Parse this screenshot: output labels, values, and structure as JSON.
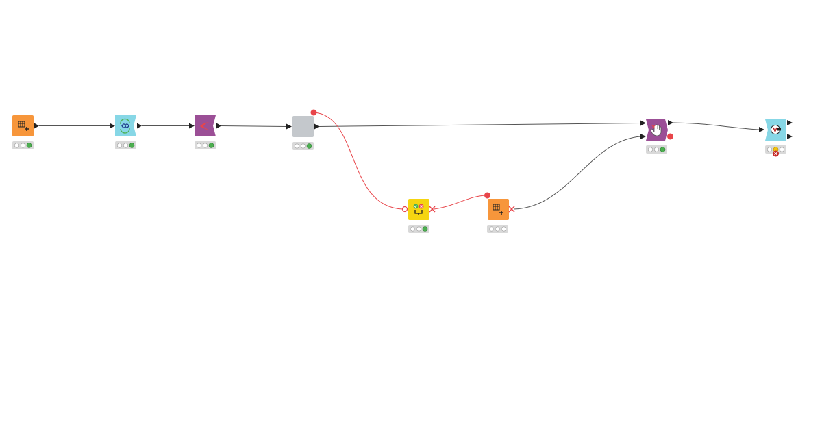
{
  "colors": {
    "canvas_background": "#ffffff",
    "connection": "#555555",
    "flow_variable_connection": "#e8454a",
    "flow_variable_port": "#e8454a",
    "port_triangle": "#222222",
    "status_panel": "#d9d9d9",
    "status_light_off": "#ffffff",
    "status_light_executed": "#4caf50",
    "status_light_configured": "#f2c30f",
    "error_badge": "#c62828"
  },
  "nodes": [
    {
      "id": "table-creator-1",
      "category": "source",
      "color": "#f7963b",
      "shape": "square",
      "icon": "table-creator-icon",
      "status": "executed",
      "flow_var_port_top": false,
      "flow_var_port_right": false,
      "error_badge": false
    },
    {
      "id": "loop-start",
      "category": "loop",
      "color": "#87d7e6",
      "shape": "loop-start",
      "icon": "loop-infinity-icon",
      "status": "executed",
      "flow_var_port_top": false,
      "flow_var_port_right": false,
      "error_badge": false
    },
    {
      "id": "manipulator",
      "category": "manipulator",
      "color": "#9b4f96",
      "shape": "chevron-back",
      "icon": "arrow-back-icon",
      "status": "executed",
      "flow_var_port_top": false,
      "flow_var_port_right": false,
      "error_badge": false
    },
    {
      "id": "metanode",
      "category": "metanode",
      "color": "#c4c8cc",
      "shape": "square",
      "icon": "",
      "status": "executed",
      "flow_var_port_top": true,
      "flow_var_port_right": false,
      "error_badge": false
    },
    {
      "id": "condition-switch",
      "category": "flow-control",
      "color": "#f5d511",
      "shape": "square",
      "icon": "switch-check-icon",
      "status": "executed",
      "flow_var_port_top": false,
      "flow_var_port_right": false,
      "error_badge": false
    },
    {
      "id": "table-creator-2",
      "category": "source",
      "color": "#f7963b",
      "shape": "square",
      "icon": "table-creator-icon",
      "status": "idle",
      "flow_var_port_top": true,
      "flow_var_port_right": false,
      "error_badge": false
    },
    {
      "id": "widget-node",
      "category": "widget",
      "color": "#9b4f96",
      "shape": "chevron-both",
      "icon": "hand-cursor-icon",
      "status": "executed",
      "flow_var_port_top": false,
      "flow_var_port_right": true,
      "error_badge": false
    },
    {
      "id": "variable-loop-end",
      "category": "loop",
      "color": "#87d7e6",
      "shape": "loop-end",
      "icon": "variable-v-icon",
      "status": "configured",
      "flow_var_port_top": false,
      "flow_var_port_right": false,
      "error_badge": true
    }
  ],
  "connections": [
    {
      "from": "table-creator-1",
      "to": "loop-start",
      "type": "data"
    },
    {
      "from": "loop-start",
      "to": "manipulator",
      "type": "data"
    },
    {
      "from": "manipulator",
      "to": "metanode",
      "type": "data"
    },
    {
      "from": "metanode",
      "to": "widget-node",
      "type": "data"
    },
    {
      "from": "metanode",
      "to": "condition-switch",
      "type": "flow-variable"
    },
    {
      "from": "condition-switch",
      "to": "table-creator-2",
      "type": "flow-variable"
    },
    {
      "from": "table-creator-2",
      "to": "widget-node",
      "type": "data"
    },
    {
      "from": "widget-node",
      "to": "variable-loop-end",
      "type": "data"
    }
  ]
}
